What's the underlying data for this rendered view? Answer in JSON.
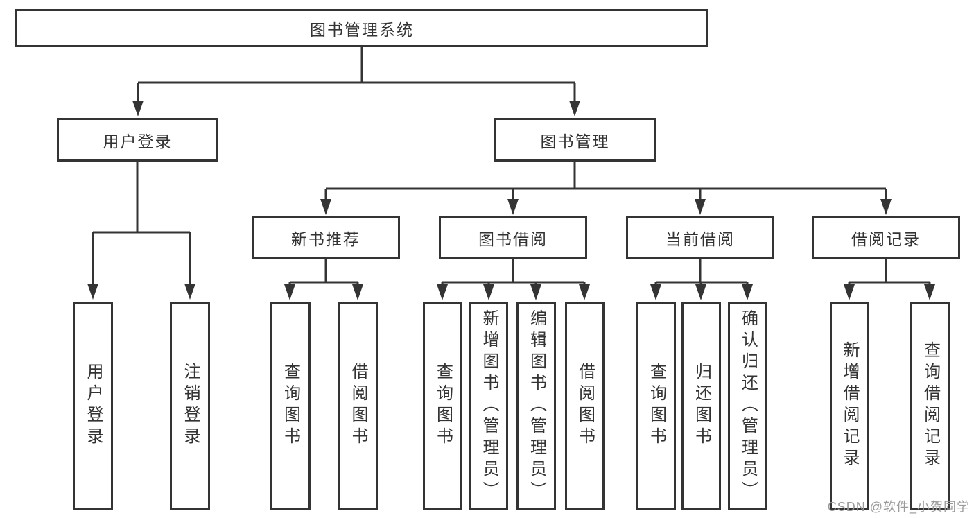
{
  "colors": {
    "line": "#343434",
    "text": "#333333",
    "watermark": "#9b9b9b",
    "background": "#ffffff"
  },
  "watermark": "CSDN @软件_小贺同学",
  "diagram": {
    "root": {
      "label": "图书管理系统"
    },
    "branches": [
      {
        "label": "用户登录",
        "children": [
          {
            "label": "用户登录"
          },
          {
            "label": "注销登录"
          }
        ]
      },
      {
        "label": "图书管理",
        "children": [
          {
            "label": "新书推荐",
            "children": [
              {
                "label": "查询图书"
              },
              {
                "label": "借阅图书"
              }
            ]
          },
          {
            "label": "图书借阅",
            "children": [
              {
                "label": "查询图书"
              },
              {
                "label": "新增图书（管理员）"
              },
              {
                "label": "编辑图书（管理员）"
              },
              {
                "label": "借阅图书"
              }
            ]
          },
          {
            "label": "当前借阅",
            "children": [
              {
                "label": "查询图书"
              },
              {
                "label": "归还图书"
              },
              {
                "label": "确认归还（管理员）"
              }
            ]
          },
          {
            "label": "借阅记录",
            "children": [
              {
                "label": "新增借阅记录"
              },
              {
                "label": "查询借阅记录"
              }
            ]
          }
        ]
      }
    ]
  }
}
